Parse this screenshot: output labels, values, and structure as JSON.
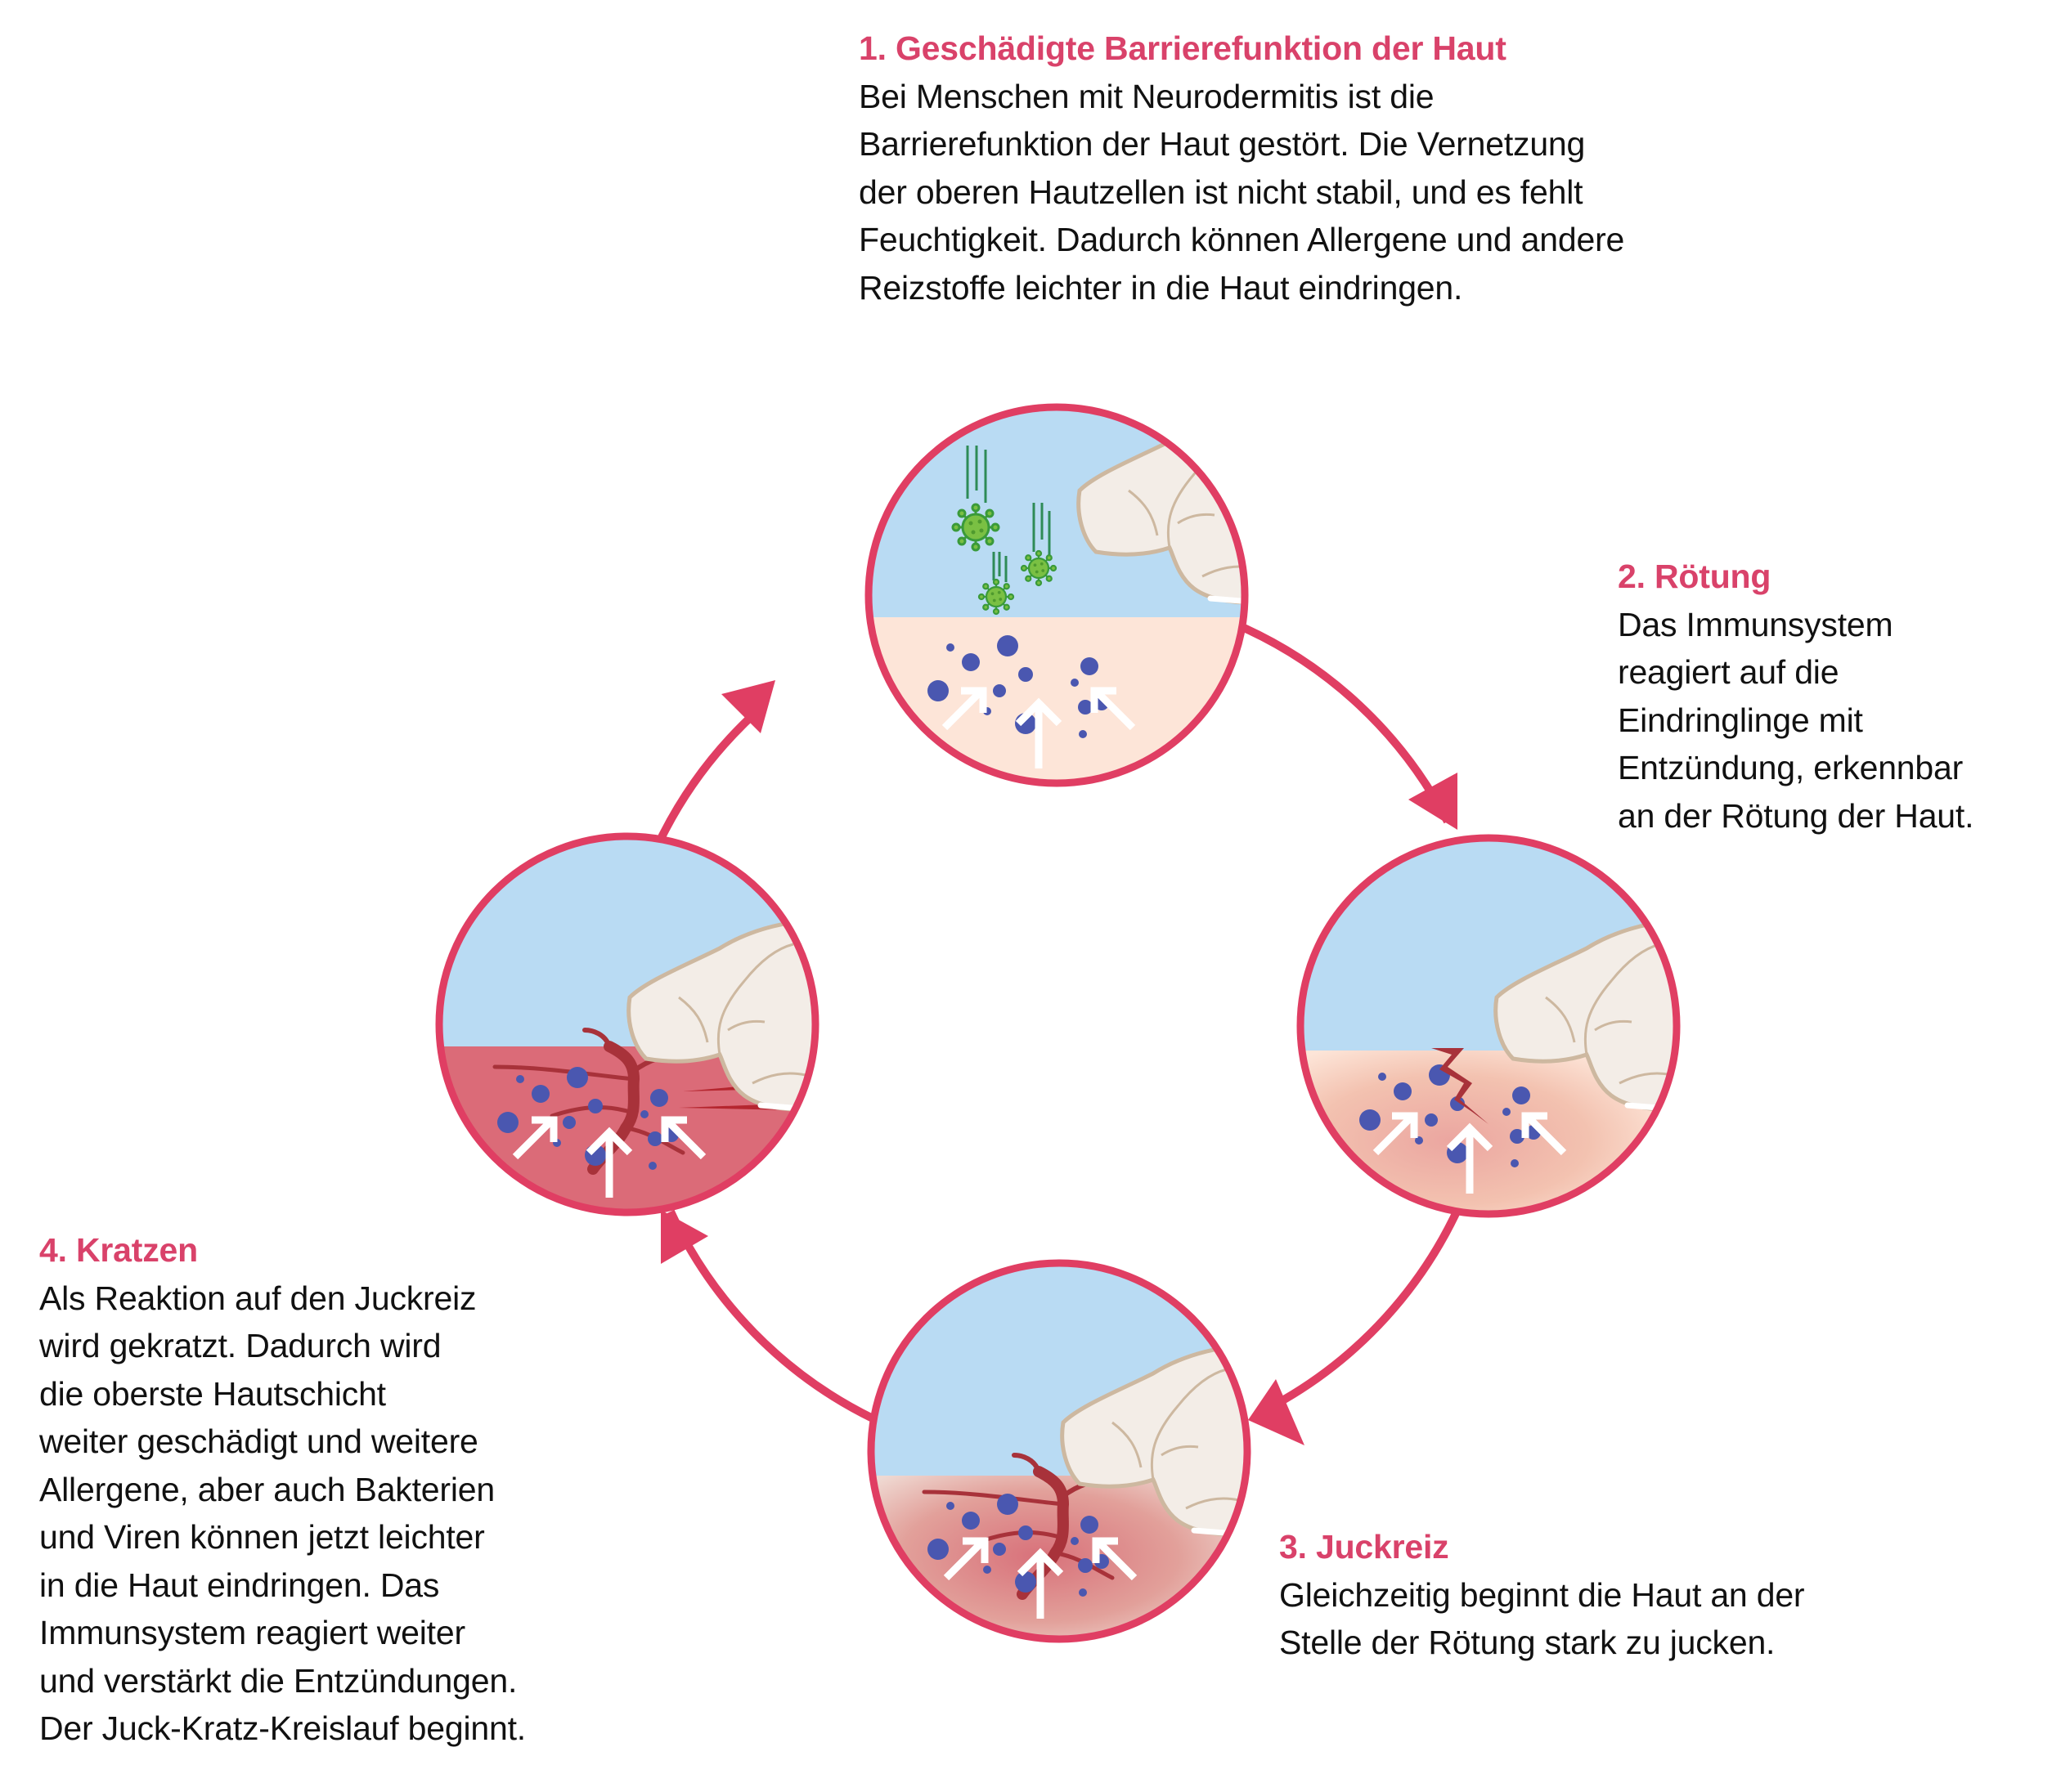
{
  "diagram_title": "Juck-Kratz-Kreislauf",
  "colors": {
    "accent": "#e03e63",
    "title": "#d9426a",
    "sky": "#b9dbf3",
    "skin_healthy": "#fde5d8",
    "skin_red": "#f1b9a7",
    "skin_inflamed": "#db6b78",
    "cells": "#4a57b0",
    "virus": "#7ac043",
    "hand": "#f3ede7",
    "hand_outline": "#cdb8a0",
    "crack": "#a8323a"
  },
  "steps": [
    {
      "title": "1. Geschädigte Barrierefunktion der Haut",
      "lines": [
        "Bei Menschen mit Neurodermitis ist die",
        "Barrierefunktion der Haut gestört. Die Vernetzung",
        "der oberen Hautzellen ist nicht stabil, und es fehlt",
        "Feuchtigkeit. Dadurch können Allergene und andere",
        "Reizstoffe leichter in die Haut eindringen."
      ],
      "icon": "skin-barrier-allergens-icon"
    },
    {
      "title": "2. Rötung",
      "lines": [
        "Das Immunsystem",
        "reagiert auf die",
        "Eindringlinge mit",
        "Entzündung, erkennbar",
        "an der Rötung der Haut."
      ],
      "icon": "skin-redness-icon"
    },
    {
      "title": "3. Juckreiz",
      "lines": [
        "Gleichzeitig beginnt die Haut an der",
        "Stelle der Rötung stark zu jucken."
      ],
      "icon": "skin-itch-icon"
    },
    {
      "title": "4. Kratzen",
      "lines": [
        "Als Reaktion auf den Juckreiz",
        "wird gekratzt. Dadurch wird",
        "die oberste Hautschicht",
        "weiter geschädigt und weitere",
        "Allergene, aber auch Bakterien",
        "und Viren können jetzt leichter",
        "in die Haut eindringen. Das",
        "Immunsystem reagiert weiter",
        "und verstärkt die Entzündungen.",
        "Der Juck-Kratz-Kreislauf beginnt."
      ],
      "icon": "skin-scratch-icon"
    }
  ]
}
